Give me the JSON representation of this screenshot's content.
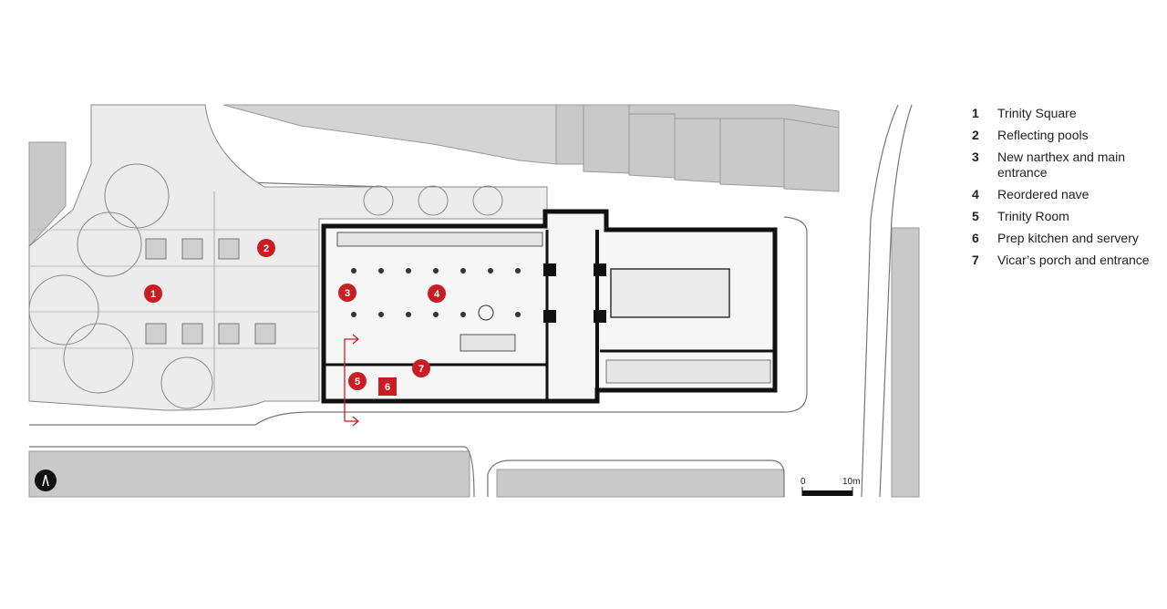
{
  "legend": [
    {
      "number": "1",
      "label": "Trinity Square"
    },
    {
      "number": "2",
      "label": "Reflecting pools"
    },
    {
      "number": "3",
      "label": "New narthex and main entrance"
    },
    {
      "number": "4",
      "label": "Reordered nave"
    },
    {
      "number": "5",
      "label": "Trinity Room"
    },
    {
      "number": "6",
      "label": "Prep kitchen and servery"
    },
    {
      "number": "7",
      "label": "Vicar’s porch and entrance"
    }
  ],
  "scale_bar": {
    "start": "0",
    "end": "10m"
  },
  "markers": [
    "1",
    "2",
    "3",
    "4",
    "5",
    "6",
    "7"
  ],
  "icons": {
    "north": "north-arrow-icon"
  },
  "colors": {
    "marker": "#c81e23",
    "buildings": "#c9c9c9",
    "walls": "#111111",
    "paving": "#ececec"
  }
}
